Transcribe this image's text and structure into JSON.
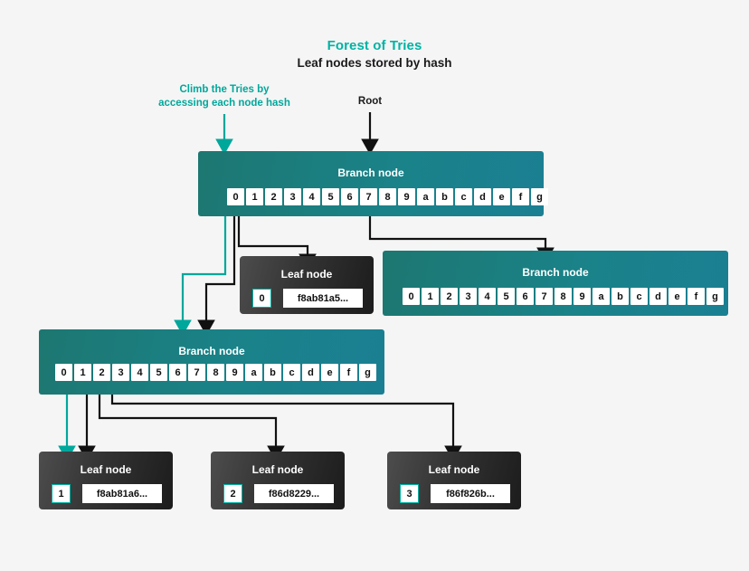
{
  "header": {
    "title": "Forest of Tries",
    "subtitle": "Leaf nodes stored by hash",
    "title_color": "#00b3a4"
  },
  "annotations": [
    {
      "id": "climb",
      "text": "Climb the Tries by\naccessing each node hash",
      "color": "#00a79b"
    },
    {
      "id": "root",
      "text": "Root",
      "color": "#1a1a1a"
    }
  ],
  "branch_nodes": [
    {
      "id": "root-branch",
      "title": "Branch node",
      "cells": [
        "0",
        "1",
        "2",
        "3",
        "4",
        "5",
        "6",
        "7",
        "8",
        "9",
        "a",
        "b",
        "c",
        "d",
        "e",
        "f",
        "g"
      ]
    },
    {
      "id": "right-branch",
      "title": "Branch node",
      "cells": [
        "0",
        "1",
        "2",
        "3",
        "4",
        "5",
        "6",
        "7",
        "8",
        "9",
        "a",
        "b",
        "c",
        "d",
        "e",
        "f",
        "g"
      ]
    },
    {
      "id": "lower-branch",
      "title": "Branch node",
      "cells": [
        "0",
        "1",
        "2",
        "3",
        "4",
        "5",
        "6",
        "7",
        "8",
        "9",
        "a",
        "b",
        "c",
        "d",
        "e",
        "f",
        "g"
      ]
    }
  ],
  "leaf_nodes": [
    {
      "id": "leaf-top",
      "title": "Leaf node",
      "key": "0",
      "hash": "f8ab81a5..."
    },
    {
      "id": "leaf-one",
      "title": "Leaf node",
      "key": "1",
      "hash": "f8ab81a6..."
    },
    {
      "id": "leaf-two",
      "title": "Leaf node",
      "key": "2",
      "hash": "f86d8229..."
    },
    {
      "id": "leaf-three",
      "title": "Leaf node",
      "key": "3",
      "hash": "f86f826b..."
    }
  ],
  "colors": {
    "background": "#f5f5f5",
    "teal_accent": "#00b3a4",
    "teal_connector": "#00a79b",
    "branch_gradient_start": "#1d7771",
    "branch_gradient_end": "#1b7f93",
    "leaf_gradient_start": "#4d4d4d",
    "leaf_gradient_end": "#1c1c1c",
    "connector_dark": "#111111"
  }
}
